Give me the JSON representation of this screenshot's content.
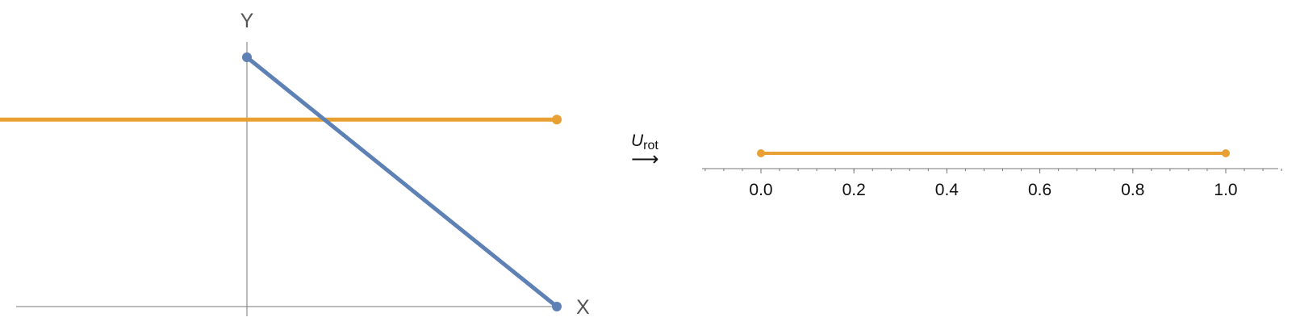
{
  "left_plot": {
    "x_axis_label": "X",
    "y_axis_label": "Y",
    "orange_segment": {
      "start": [
        -1.0,
        0.75
      ],
      "end": [
        1.0,
        0.75
      ]
    },
    "blue_segment": {
      "start": [
        0.0,
        1.0
      ],
      "end": [
        1.0,
        0.0
      ]
    }
  },
  "operator": {
    "symbol": "U",
    "subscript": "rot",
    "arrow": "⟶"
  },
  "chart_data": {
    "type": "line",
    "title": "",
    "xlabel": "",
    "ylabel": "",
    "xlim": [
      -0.12,
      1.12
    ],
    "ticks": [
      0.0,
      0.2,
      0.4,
      0.6,
      0.8,
      1.0
    ],
    "tick_labels": [
      "0.0",
      "0.2",
      "0.4",
      "0.6",
      "0.8",
      "1.0"
    ],
    "minor_tick_step": 0.04,
    "grid": false,
    "series": [
      {
        "x": [
          0.0,
          1.0
        ],
        "color": "#e8a033"
      }
    ]
  },
  "colors": {
    "orange": "#e8a033",
    "blue": "#5e81b5",
    "axis": "#777777"
  }
}
